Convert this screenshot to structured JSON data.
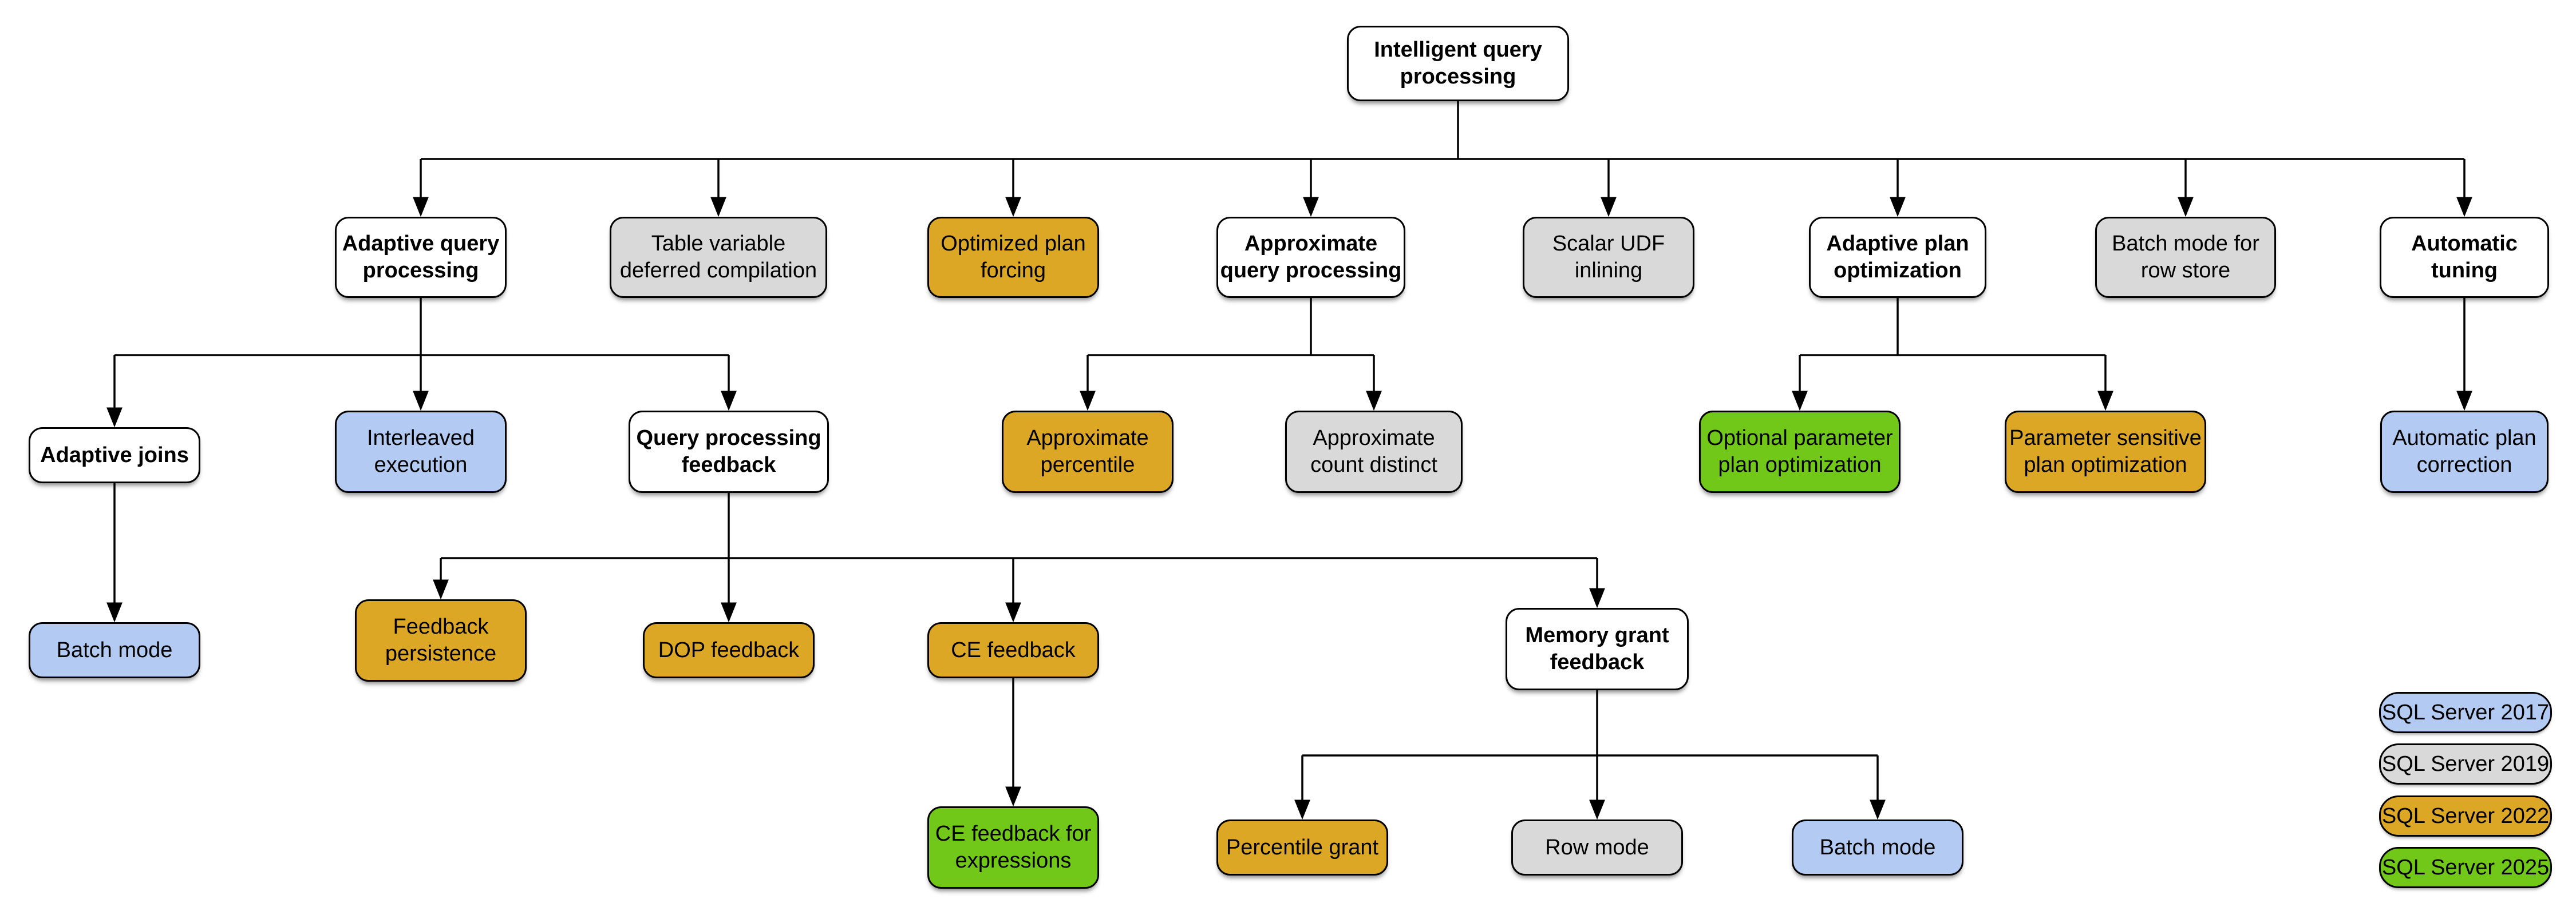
{
  "diagram_title": "Intelligent query processing",
  "colors": {
    "white": "#ffffff",
    "gray": "#d9d9d9",
    "gold": "#dda726",
    "blue": "#b3caf3",
    "green": "#71c818",
    "line": "#000000"
  },
  "nodes": {
    "root": "Intelligent query\nprocessing",
    "adaptive_query_processing": "Adaptive query\nprocessing",
    "table_variable_deferred_compilation": "Table variable\ndeferred compilation",
    "optimized_plan_forcing": "Optimized plan\nforcing",
    "approximate_query_processing": "Approximate\nquery processing",
    "scalar_udf_inlining": "Scalar UDF\ninlining",
    "adaptive_plan_optimization": "Adaptive plan\noptimization",
    "batch_mode_row_store": "Batch mode for\nrow store",
    "automatic_tuning": "Automatic\ntuning",
    "adaptive_joins": "Adaptive joins",
    "interleaved_execution": "Interleaved\nexecution",
    "query_processing_feedback": "Query processing\nfeedback",
    "approximate_percentile": "Approximate\npercentile",
    "approximate_count_distinct": "Approximate\ncount distinct",
    "optional_parameter_plan_optimization": "Optional parameter\nplan optimization",
    "parameter_sensitive_plan_optimization": "Parameter sensitive\nplan optimization",
    "automatic_plan_correction": "Automatic plan\ncorrection",
    "batch_mode_adaptive_joins": "Batch mode",
    "feedback_persistence": "Feedback\npersistence",
    "dop_feedback": "DOP feedback",
    "ce_feedback": "CE feedback",
    "memory_grant_feedback": "Memory grant\nfeedback",
    "ce_feedback_expressions": "CE feedback for\nexpressions",
    "percentile_grant": "Percentile grant",
    "row_mode": "Row mode",
    "batch_mode_memory_grant": "Batch mode"
  },
  "hierarchy": {
    "root": [
      "adaptive_query_processing",
      "table_variable_deferred_compilation",
      "optimized_plan_forcing",
      "approximate_query_processing",
      "scalar_udf_inlining",
      "adaptive_plan_optimization",
      "batch_mode_row_store",
      "automatic_tuning"
    ],
    "adaptive_query_processing": [
      "adaptive_joins",
      "interleaved_execution",
      "query_processing_feedback"
    ],
    "approximate_query_processing": [
      "approximate_percentile",
      "approximate_count_distinct"
    ],
    "adaptive_plan_optimization": [
      "optional_parameter_plan_optimization",
      "parameter_sensitive_plan_optimization"
    ],
    "automatic_tuning": [
      "automatic_plan_correction"
    ],
    "adaptive_joins": [
      "batch_mode_adaptive_joins"
    ],
    "query_processing_feedback": [
      "feedback_persistence",
      "dop_feedback",
      "ce_feedback",
      "memory_grant_feedback"
    ],
    "ce_feedback": [
      "ce_feedback_expressions"
    ],
    "memory_grant_feedback": [
      "percentile_grant",
      "row_mode",
      "batch_mode_memory_grant"
    ]
  },
  "legend": {
    "items": [
      {
        "label": "SQL Server 2017",
        "color": "blue"
      },
      {
        "label": "SQL Server 2019",
        "color": "gray"
      },
      {
        "label": "SQL Server 2022",
        "color": "gold"
      },
      {
        "label": "SQL Server 2025",
        "color": "green"
      }
    ]
  }
}
